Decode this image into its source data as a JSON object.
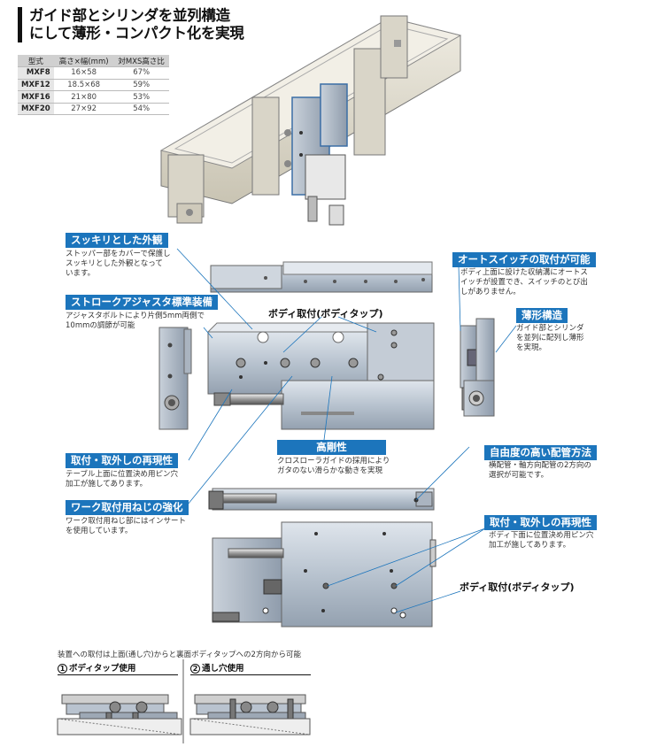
{
  "headline": {
    "line1": "ガイド部とシリンダを並列構造",
    "line2": "にして薄形・コンパクト化を実現"
  },
  "spec_table": {
    "headers": [
      "型式",
      "高さ×幅(mm)",
      "対MXS高さ比"
    ],
    "rows": [
      {
        "model": "MXF8",
        "size": "16×58",
        "ratio": "67%"
      },
      {
        "model": "MXF12",
        "size": "18.5×68",
        "ratio": "59%"
      },
      {
        "model": "MXF16",
        "size": "21×80",
        "ratio": "53%"
      },
      {
        "model": "MXF20",
        "size": "27×92",
        "ratio": "54%"
      }
    ]
  },
  "features": {
    "sleek": {
      "title": "スッキリとした外観",
      "desc": [
        "ストッパー部をカバーで保護し",
        "スッキリとした外観となって",
        "います。"
      ]
    },
    "adjuster": {
      "title": "ストロークアジャスタ標準装備",
      "desc": [
        "アジャスタボルトにより片側5mm両側で",
        "10mmの調節が可能"
      ]
    },
    "repro_top": {
      "title": "取付・取外しの再現性",
      "desc": [
        "テーブル上面に位置決め用ピン穴",
        "加工が施してあります。"
      ]
    },
    "thread": {
      "title": "ワーク取付用ねじの強化",
      "desc": [
        "ワーク取付用ねじ部にはインサート",
        "を使用しています。"
      ]
    },
    "rigidity": {
      "title": "高剛性",
      "desc": [
        "クロスローラガイドの採用により",
        "ガタのない滑らかな動きを実現"
      ]
    },
    "autoswitch": {
      "title": "オートスイッチの取付が可能",
      "desc": [
        "ボディ上面に設けた収納溝にオートス",
        "イッチが設置でき、スイッチのとび出",
        "しがありません。"
      ]
    },
    "thin": {
      "title": "薄形構造",
      "desc": [
        "ガイド部とシリンダ",
        "を並列に配列し薄形",
        "を実現。"
      ]
    },
    "piping": {
      "title": "自由度の高い配管方法",
      "desc": [
        "横配管・軸方向配管の2方向の",
        "選択が可能です。"
      ]
    },
    "repro_bottom": {
      "title": "取付・取外しの再現性",
      "desc": [
        "ボディ下面に位置決め用ピン穴",
        "加工が施してあります。"
      ]
    }
  },
  "callouts": {
    "body_tap_top": "ボディ取付(ボディタップ)",
    "body_tap_bottom": "ボディ取付(ボディタップ)"
  },
  "mounting": {
    "note": "装置への取付は上面(通し穴)からと裏面ボディタップへの2方向から可能",
    "method1": {
      "num": "1",
      "label": "ボディタップ使用"
    },
    "method2": {
      "num": "2",
      "label": "通し穴使用"
    }
  },
  "colors": {
    "accent": "#1c75bc",
    "body_metal": "#b9c3cf",
    "machine_beige": "#e7e3d6"
  }
}
